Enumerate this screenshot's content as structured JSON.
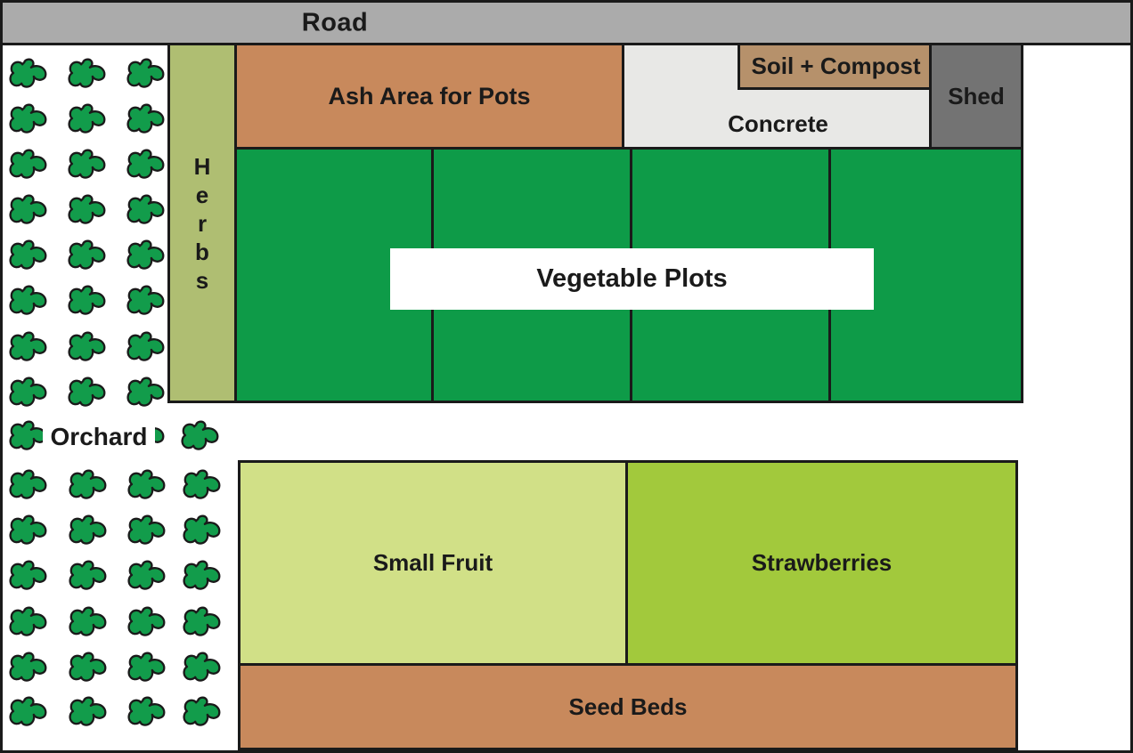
{
  "colors": {
    "road": "#ABABAB",
    "line": "#1A1A1A",
    "text": "#1A1A1A",
    "tree": "#129C4B",
    "herbs": "#AFBE72",
    "ash": "#C8895C",
    "concrete": "#E8E8E6",
    "soil": "#B6916B",
    "shed": "#737373",
    "vegetable": "#0E9B48",
    "small_fruit": "#D1E087",
    "strawberries": "#A2C93C",
    "seed_beds": "#C8895C",
    "label_bg": "#FFFFFF"
  },
  "road": {
    "label": "Road"
  },
  "herbs": {
    "label": "Herbs"
  },
  "orchard": {
    "label": "Orchard",
    "tree_count": 51,
    "grids": [
      {
        "cols_x": [
          7,
          73,
          139
        ],
        "rows_y": [
          62,
          113,
          164,
          215,
          266,
          317,
          369,
          420
        ]
      },
      {
        "cols_x": [
          7,
          139,
          200
        ],
        "rows_y": [
          469
        ]
      },
      {
        "cols_x": [
          7,
          74,
          140,
          202
        ],
        "rows_y": [
          524,
          575,
          626,
          678,
          729,
          779
        ]
      }
    ]
  },
  "areas": {
    "ash": {
      "label": "Ash Area for Pots"
    },
    "concrete": {
      "label": "Concrete"
    },
    "soil_compost": {
      "label": "Soil + Compost"
    },
    "shed": {
      "label": "Shed"
    },
    "vegetable": {
      "label": "Vegetable Plots",
      "plot_columns": 4
    },
    "small_fruit": {
      "label": "Small Fruit"
    },
    "strawberries": {
      "label": "Strawberries"
    },
    "seed_beds": {
      "label": "Seed Beds"
    }
  }
}
